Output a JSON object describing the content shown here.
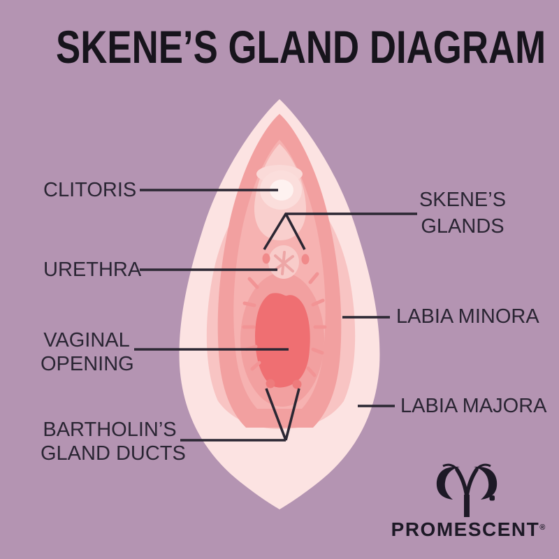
{
  "title": "SKENE’S GLAND DIAGRAM",
  "labels": {
    "clitoris": "CLITORIS",
    "urethra": "URETHRA",
    "vaginal_opening": [
      "VAGINAL",
      "OPENING"
    ],
    "bartholins_gland_ducts": [
      "BARTHOLIN’S",
      "GLAND DUCTS"
    ],
    "skenes_glands": [
      "SKENE’S",
      "GLANDS"
    ],
    "labia_minora": "LABIA MINORA",
    "labia_majora": "LABIA MAJORA"
  },
  "brand": {
    "name": "PROMESCENT",
    "registered": "®",
    "logo_icon": "ram-horns-icon"
  },
  "colors": {
    "background": "#B494B2",
    "title_text": "#17141C",
    "label_text": "#2A2533",
    "leader_line": "#2B2733",
    "vulva_outer": "#FCE3E2",
    "vulva_layer2": "#F8C4C3",
    "labia_minora_dark": "#F2A0A0",
    "vestibule": "#F6B2B1",
    "clitoral_hood_light": "#F9CFCD",
    "clitoris_ring": "#FBDEDC",
    "clitoris_center": "#FEF2F0",
    "urethra_circle": "#F8CCCA",
    "urethra_mark": "#EDA6A6",
    "gland_dot": "#F08A8A",
    "vaginal_opening_fill": "#EF6F72",
    "opening_dash": "#F29495",
    "bartholin_dot": "#EE7B7C",
    "logo_ink": "#1D1926"
  }
}
